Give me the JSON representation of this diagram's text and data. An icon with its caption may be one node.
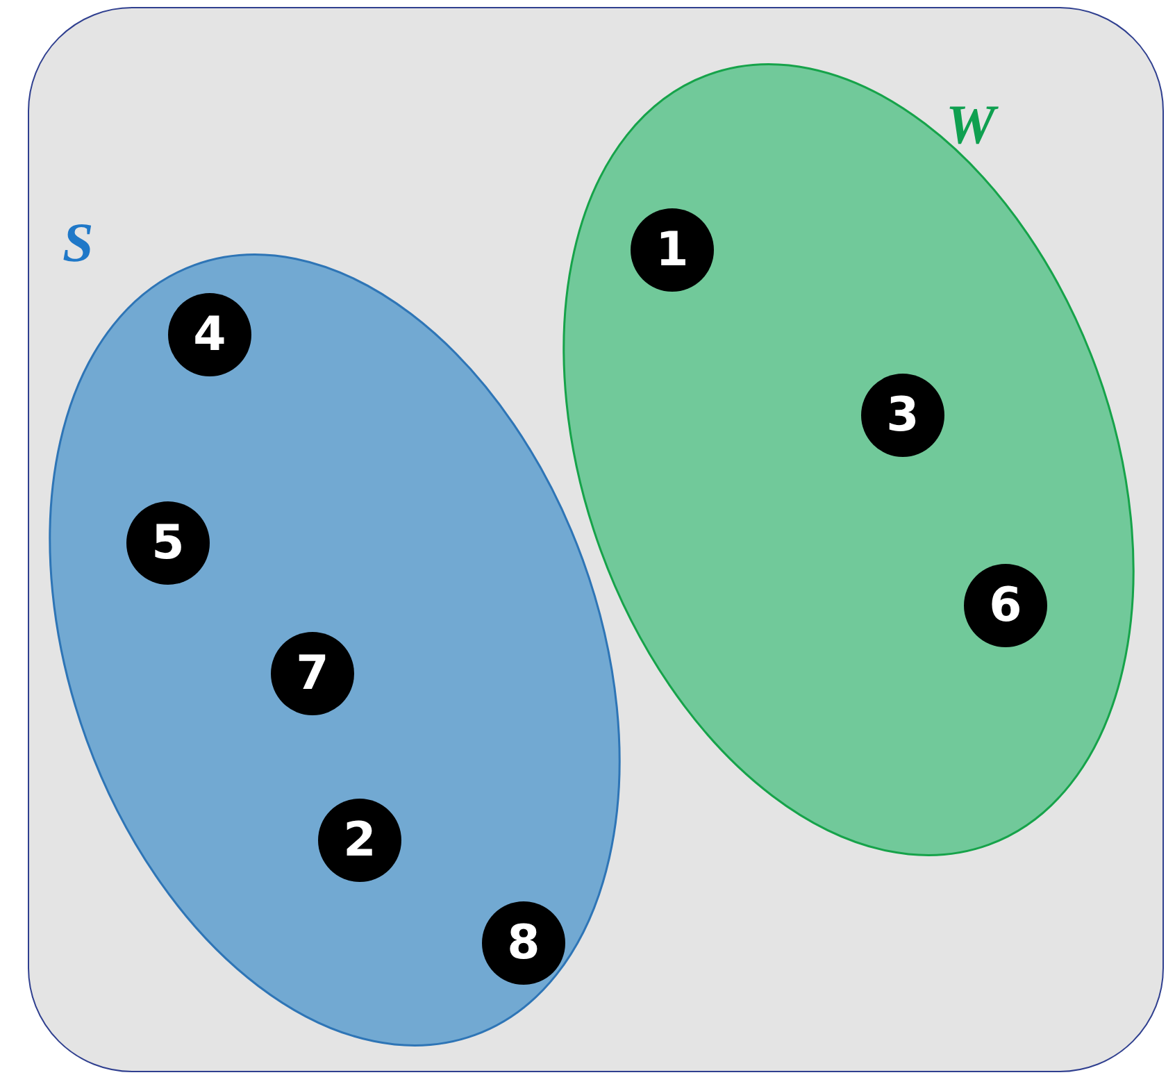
{
  "diagram": {
    "nodes": [
      {
        "text": [],
        "shape": "box"
      },
      {
        "text": [
          "S"
        ],
        "in": 0
      },
      {
        "text": [
          "4"
        ],
        "in": 1
      },
      {
        "text": [
          "5"
        ],
        "in": 1
      },
      {
        "text": [
          "7"
        ],
        "in": 1
      },
      {
        "text": [
          "2"
        ],
        "in": 1
      },
      {
        "text": [
          "8"
        ],
        "in": 1
      },
      {
        "text": [
          "W"
        ],
        "in": 0
      },
      {
        "text": [
          "1"
        ],
        "in": 7
      },
      {
        "text": [
          "3"
        ],
        "in": 7
      },
      {
        "text": [
          "6"
        ],
        "in": 7
      }
    ],
    "edges": []
  }
}
